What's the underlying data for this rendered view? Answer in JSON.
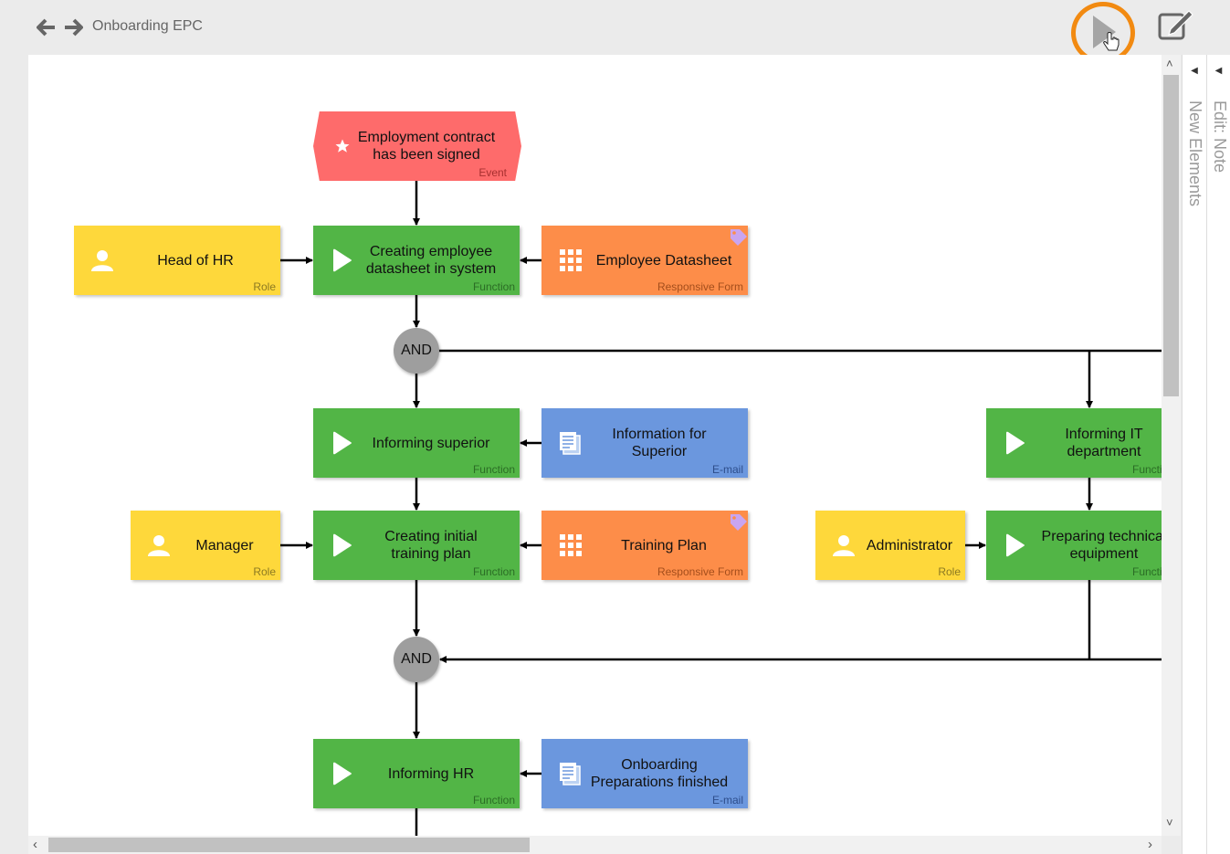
{
  "header": {
    "title": "Onboarding EPC",
    "back_icon": "arrow-left-icon",
    "forward_icon": "arrow-right-icon",
    "play_icon": "play-icon",
    "edit_icon": "edit-icon",
    "highlight_color": "#f28a11"
  },
  "side_panels": {
    "new_elements": "New Elements",
    "edit_note": "Edit: Note"
  },
  "diagram": {
    "event": {
      "label": "Employment contract\nhas been signed",
      "type": "Event",
      "icon": "star-icon"
    },
    "role_head_hr": {
      "label": "Head of HR",
      "type": "Role",
      "icon": "person-icon"
    },
    "func_datasheet": {
      "label": "Creating employee\ndatasheet in system",
      "type": "Function",
      "icon": "play-icon"
    },
    "form_datasheet": {
      "label": "Employee Datasheet",
      "type": "Responsive Form",
      "icon": "grid-icon"
    },
    "gate_and_1": {
      "label": "AND"
    },
    "func_inform_superior": {
      "label": "Informing superior",
      "type": "Function",
      "icon": "play-icon"
    },
    "mail_superior": {
      "label": "Information for\nSuperior",
      "type": "E-mail",
      "icon": "document-icon"
    },
    "func_inform_it": {
      "label": "Informing IT\ndepartment",
      "type": "Function",
      "icon": "play-icon"
    },
    "role_manager": {
      "label": "Manager",
      "type": "Role",
      "icon": "person-icon"
    },
    "func_training": {
      "label": "Creating initial\ntraining plan",
      "type": "Function",
      "icon": "play-icon"
    },
    "form_training": {
      "label": "Training Plan",
      "type": "Responsive Form",
      "icon": "grid-icon"
    },
    "role_admin": {
      "label": "Administrator",
      "type": "Role",
      "icon": "person-icon"
    },
    "func_equipment": {
      "label": "Preparing technical\nequipment",
      "type": "Function",
      "icon": "play-icon"
    },
    "gate_and_2": {
      "label": "AND"
    },
    "func_inform_hr": {
      "label": "Informing HR",
      "type": "Function",
      "icon": "play-icon"
    },
    "mail_hr": {
      "label": "Onboarding\nPreparations finished",
      "type": "E-mail",
      "icon": "document-icon"
    }
  },
  "colors": {
    "function": "#52b546",
    "role": "#fed83b",
    "form": "#fd8d49",
    "email": "#6b97de",
    "event": "#fe6b6b",
    "gateway": "#9e9e9e"
  }
}
